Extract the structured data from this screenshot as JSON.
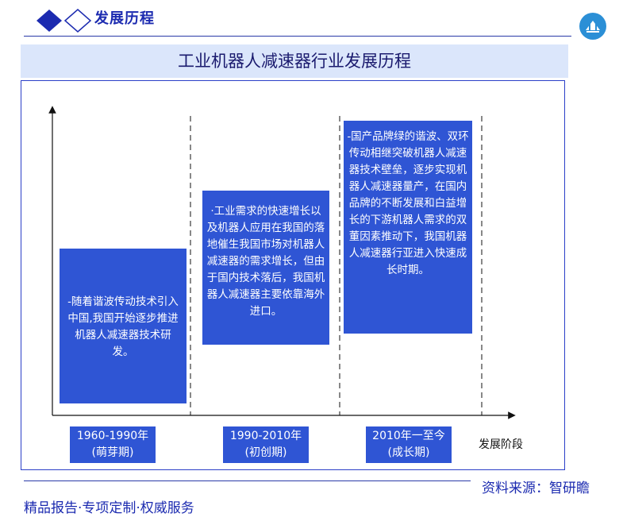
{
  "header": {
    "title": "发展历程"
  },
  "banner": {
    "title": "工业机器人减速器行业发展历程"
  },
  "timeline": {
    "axis_label": "发展阶段",
    "stages": [
      {
        "period": "1960-1990年",
        "phase": "(萌芽期)",
        "description": "-随着谐波传动技术引入中国,我国开始逐步推进机器人减速器技术研发。"
      },
      {
        "period": "1990-2010年",
        "phase": "(初创期)",
        "description": "·工业需求的快速增长以及机器人应用在我国的落地催生我国市场对机器人减速器的需求增长，但由于国内技术落后，我国机器人减速器主要依靠海外进口。"
      },
      {
        "period": "2010年一至今",
        "phase": "(成长期)",
        "description": "-国产品牌绿的谐波、双环传动相继突破机器人减速器技术壁垒，逐步实现机器人减速器量产，在国内品牌的不断发展和白益增长的下游机器人需求的双董因素推动下，我国机器人减速器行亚进入快速成长时期。"
      }
    ]
  },
  "footer": {
    "source": "资料来源：智研瞻",
    "slogan": "精品报告·专项定制·权威服务"
  },
  "colors": {
    "accent": "#2f55d4",
    "navy": "#1c2bb0",
    "banner_bg": "#dbe6fb"
  }
}
